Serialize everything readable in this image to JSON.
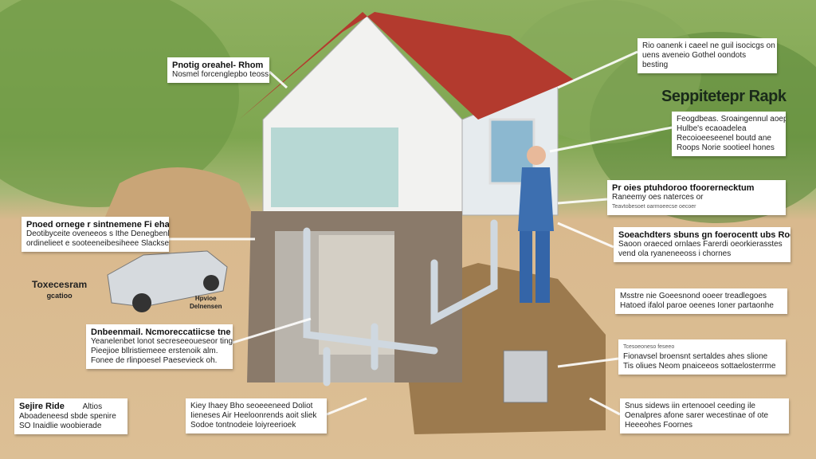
{
  "title": "Seppitetepr Rapk",
  "labels": {
    "roof": {
      "title": "Pnotig oreahel- Rhom",
      "lines": [
        "Nosmel forcenglepbo teoss"
      ]
    },
    "top_right": {
      "lines": [
        "Rio oanenk i caeel ne guil isocicgs on",
        "uens aveneio Gothel oondots",
        "besting"
      ]
    },
    "right_1": {
      "lines": [
        "Feogdbeas. Sroaingennul aoep",
        "Hulbe's ecaoadelea",
        "Recoioeeseenel boutd ane",
        "Roops Norie sootieel hones"
      ]
    },
    "right_2": {
      "title": "Pr oies ptuhdoroo tfoorernecktum",
      "lines": [
        "Raneemy oes naterces or"
      ],
      "small": "Teavtobesoet oarmoeecse oecoer"
    },
    "right_3": {
      "title": "Soeachdters sbuns gn foerocentt ubs Roosm",
      "lines": [
        "Saoon oraeced ornlaes Farerdi oeorkierasstes",
        "vend ola ryaneneeoss i chornes"
      ]
    },
    "right_4": {
      "lines": [
        "Msstre nie Goeesnond ooeer treadlegoes",
        "Hatoed ifalol paroe oeenes Ioner partaonhe"
      ]
    },
    "right_5": {
      "small": "Tcesoeoneso feseeo",
      "lines": [
        "Fionavsel broensnt sertaldes ahes slione",
        "Tis oliues Neom pnaiceeos sottaelosterrme"
      ]
    },
    "right_6": {
      "lines": [
        "Snus sidews iin ertenooel ceeding ile",
        "Oenalpres afone sarer wecestinae of ote",
        "Heeeohes Foornes"
      ]
    },
    "left_top": {
      "title": "Pnoed ornege r sintnemene Fi ehaglete",
      "lines": [
        "Deotibyceite oveneeos s Ithe Denegbenlo",
        "ordinelieet e sooteeneibesiheee Slackse"
      ]
    },
    "left_mid": {
      "title": "Dnbeenmail. Ncmoreccatiicse tne",
      "lines": [
        "Yeanelenbet lonot secreseeoueseor tinge tou",
        "Pieejioe bllristiemeee erstenoik alm.",
        "Fonee de rlinpoesel Paesevieck oh."
      ]
    },
    "bottom_left": {
      "title": "Sejire Ride",
      "aside": "Altios",
      "lines": [
        "Aboadeneesd sbde spenire",
        "SO Inaidlie woobierade"
      ]
    },
    "bottom_mid": {
      "lines": [
        "Kiey Ihaey Bho seoeeeneed Doliot",
        "Iieneses Air Heeloonrends aoit sliek",
        "Sodoe tontnodeie loiyreerioek"
      ]
    },
    "truck_caption": {
      "lines": [
        "Toxecesram",
        "gcatioo"
      ]
    },
    "truck_small": {
      "lines": [
        "Hpvioe",
        "Delnensen"
      ]
    }
  },
  "colors": {
    "roof": "#b33a2e",
    "siding": "#f2f2f0",
    "foundation": "#8a7a6a",
    "soil": "#a9855a",
    "pipe": "#cfd8e0"
  }
}
